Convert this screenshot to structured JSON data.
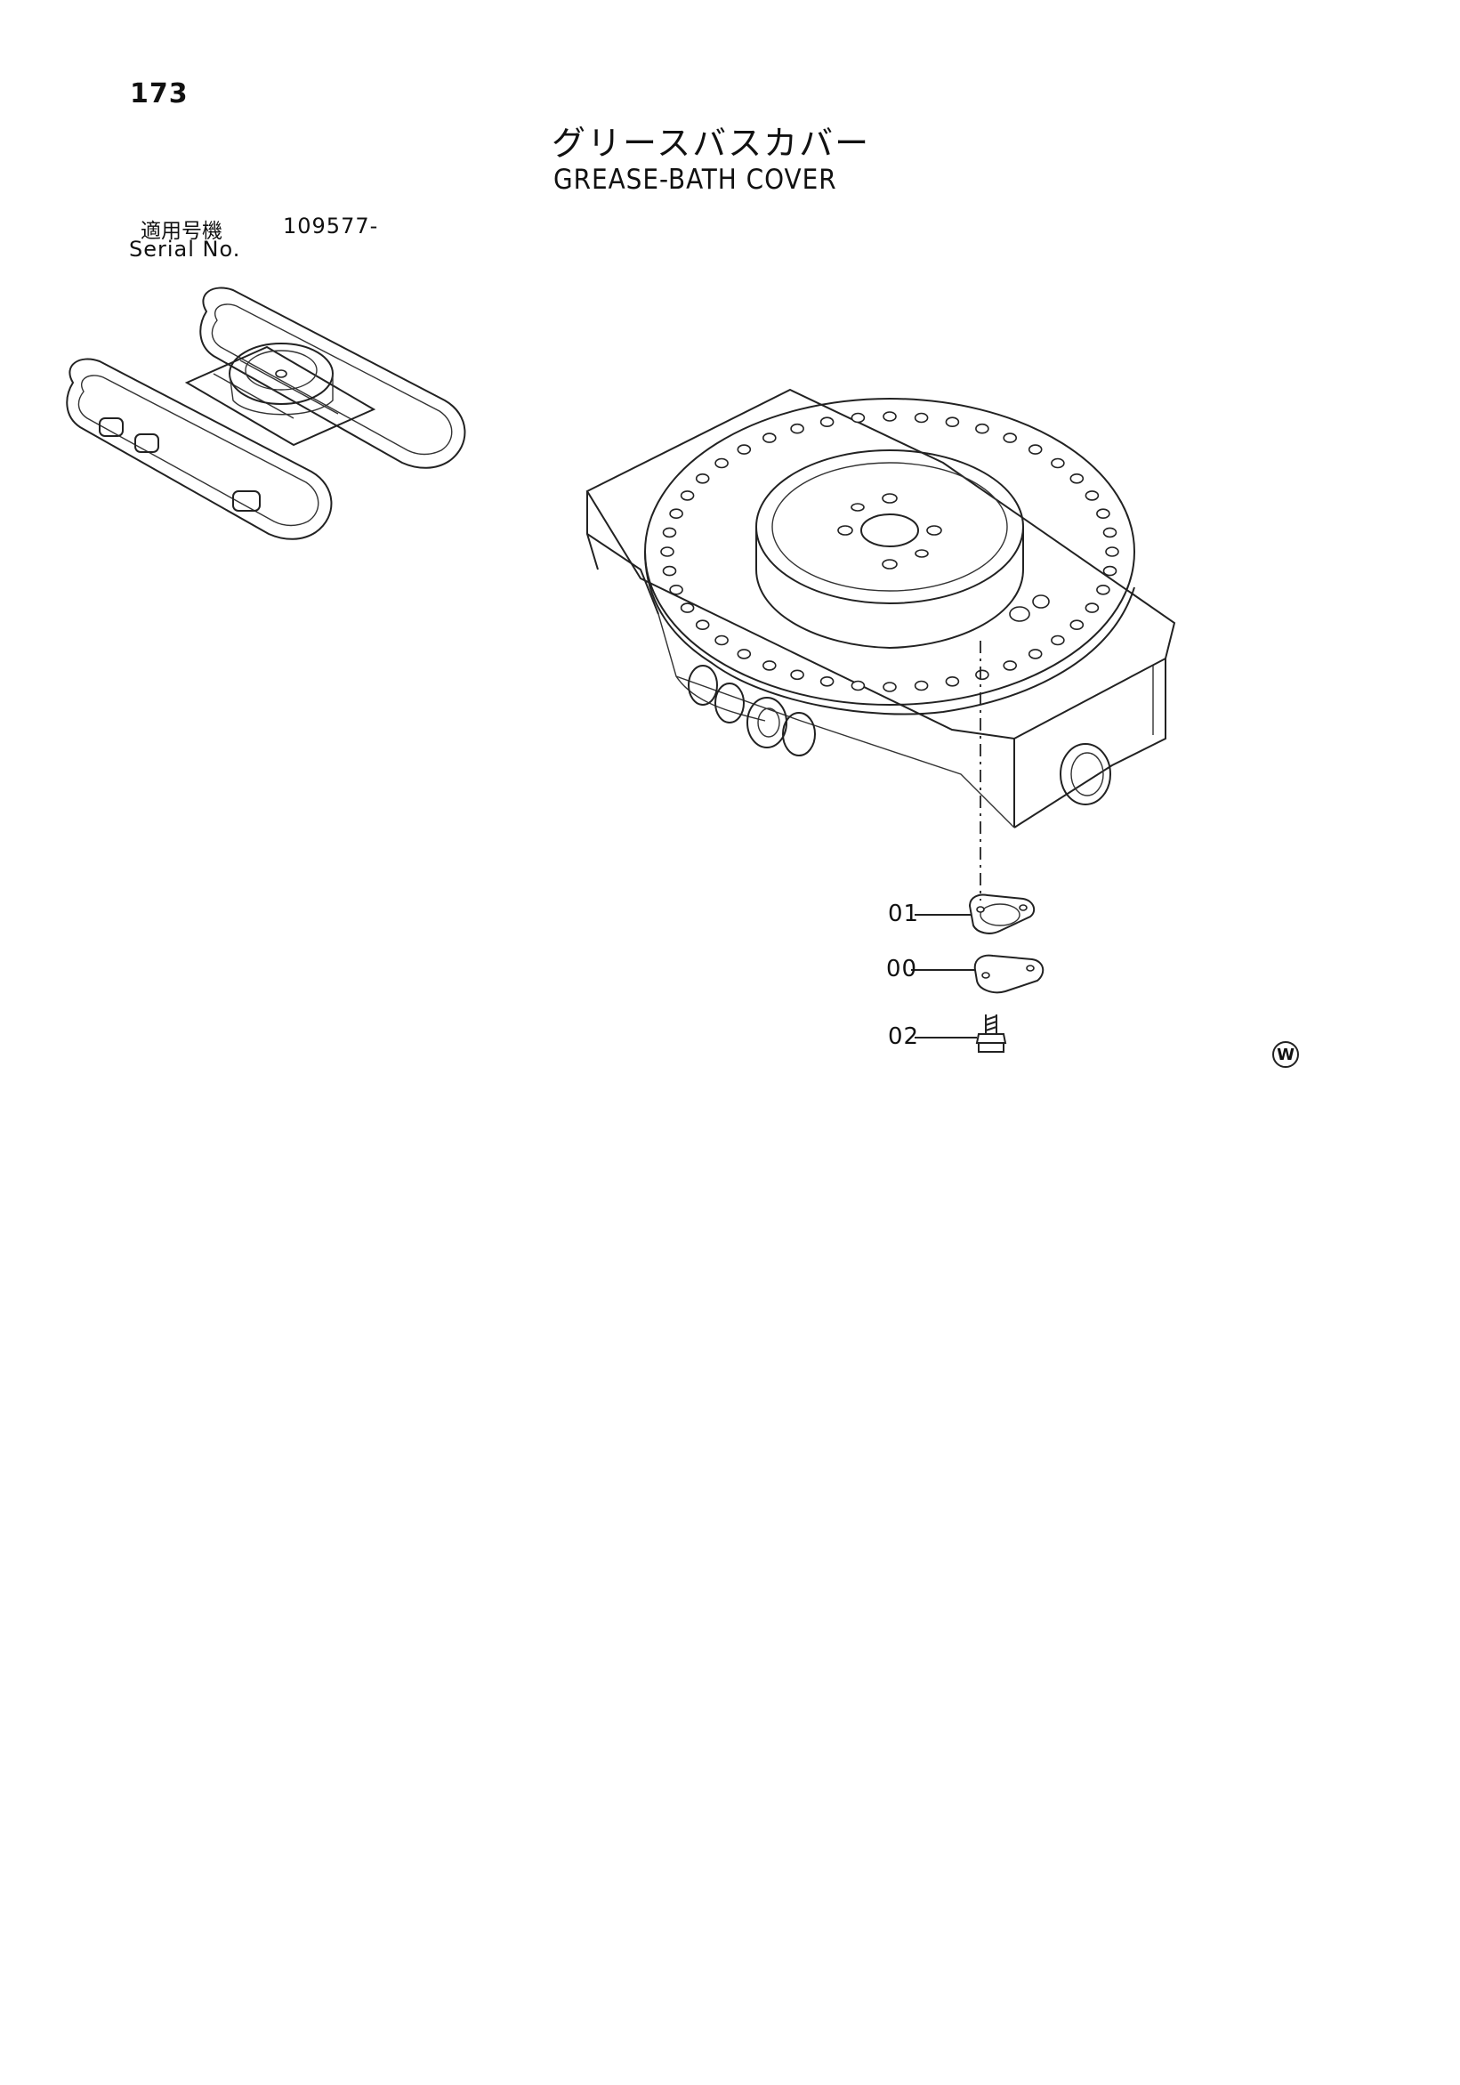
{
  "header": {
    "page_number": "173",
    "title_jp": "グリースバスカバー",
    "title_en": "GREASE-BATH COVER"
  },
  "serial": {
    "label_jp": "適用号機",
    "value": "109577-",
    "label_en": "Serial No."
  },
  "callouts": [
    {
      "id": "01"
    },
    {
      "id": "00"
    },
    {
      "id": "02"
    }
  ],
  "mark": "W"
}
